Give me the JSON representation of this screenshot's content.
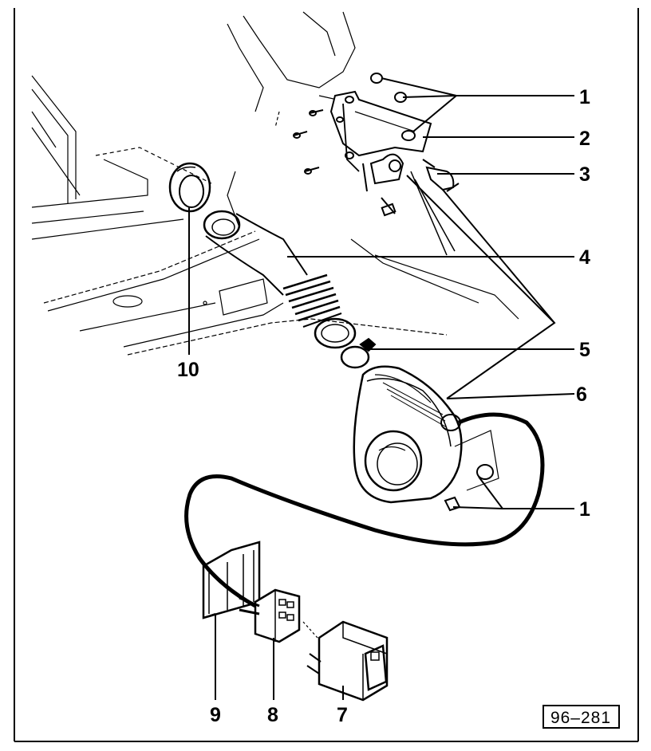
{
  "diagram": {
    "callouts": [
      {
        "id": "c1a",
        "text": "1"
      },
      {
        "id": "c2",
        "text": "2"
      },
      {
        "id": "c3",
        "text": "3"
      },
      {
        "id": "c4",
        "text": "4"
      },
      {
        "id": "c5",
        "text": "5"
      },
      {
        "id": "c6",
        "text": "6"
      },
      {
        "id": "c1b",
        "text": "1"
      },
      {
        "id": "c10",
        "text": "10"
      },
      {
        "id": "c9",
        "text": "9"
      },
      {
        "id": "c8",
        "text": "8"
      },
      {
        "id": "c7",
        "text": "7"
      }
    ],
    "reference_code": "96–281"
  }
}
